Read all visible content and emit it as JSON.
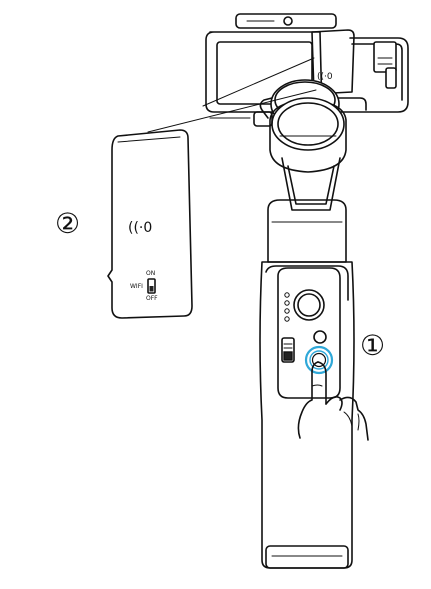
{
  "callouts": {
    "step1": "①",
    "step2": "②"
  },
  "cover_panel": {
    "wifi_symbol": "((·0",
    "switch_on": "ON",
    "switch_off": "OFF",
    "switch_label": "WIFI"
  },
  "camera_module": {
    "wifi_symbol": "((·0"
  },
  "colors": {
    "outline": "#111111",
    "highlight_ring": "#2fa8d8",
    "background": "#ffffff"
  }
}
